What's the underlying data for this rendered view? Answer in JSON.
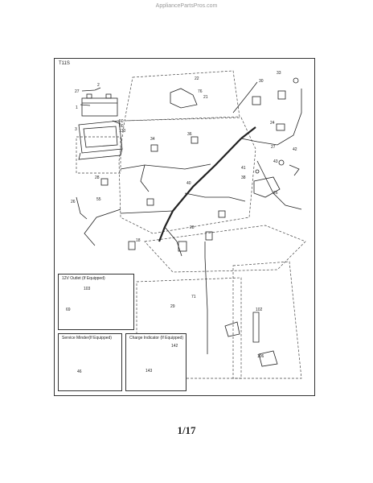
{
  "watermark": "AppliancePartsPros.com",
  "diagram_code": "T11S",
  "boxes": {
    "outlet": "12V Outlet (If Equipped)",
    "minder": "Service Minder(If Equipped)",
    "charge": "Charge Indicator (If Equipped)"
  },
  "callouts": {
    "c2": "2",
    "c27a": "27",
    "c1": "1",
    "c50": "50",
    "c80": "80",
    "c130": "130",
    "c3": "3",
    "c22": "22",
    "c76": "76",
    "c21": "21",
    "c30": "30",
    "c33": "33",
    "c24": "24",
    "c36": "36",
    "c34": "34",
    "c27b": "27",
    "c42": "42",
    "c43": "43",
    "c41": "41",
    "c38": "38",
    "c28a": "28",
    "c40": "40",
    "c26a": "26",
    "c55": "55",
    "c28b": "28",
    "c26b": "26",
    "c18": "18",
    "c103": "103",
    "c69": "69",
    "c29": "29",
    "c71": "71",
    "c102": "102",
    "c106": "106",
    "c142": "142",
    "c143": "143",
    "c46": "46"
  },
  "page_number": "1/17"
}
